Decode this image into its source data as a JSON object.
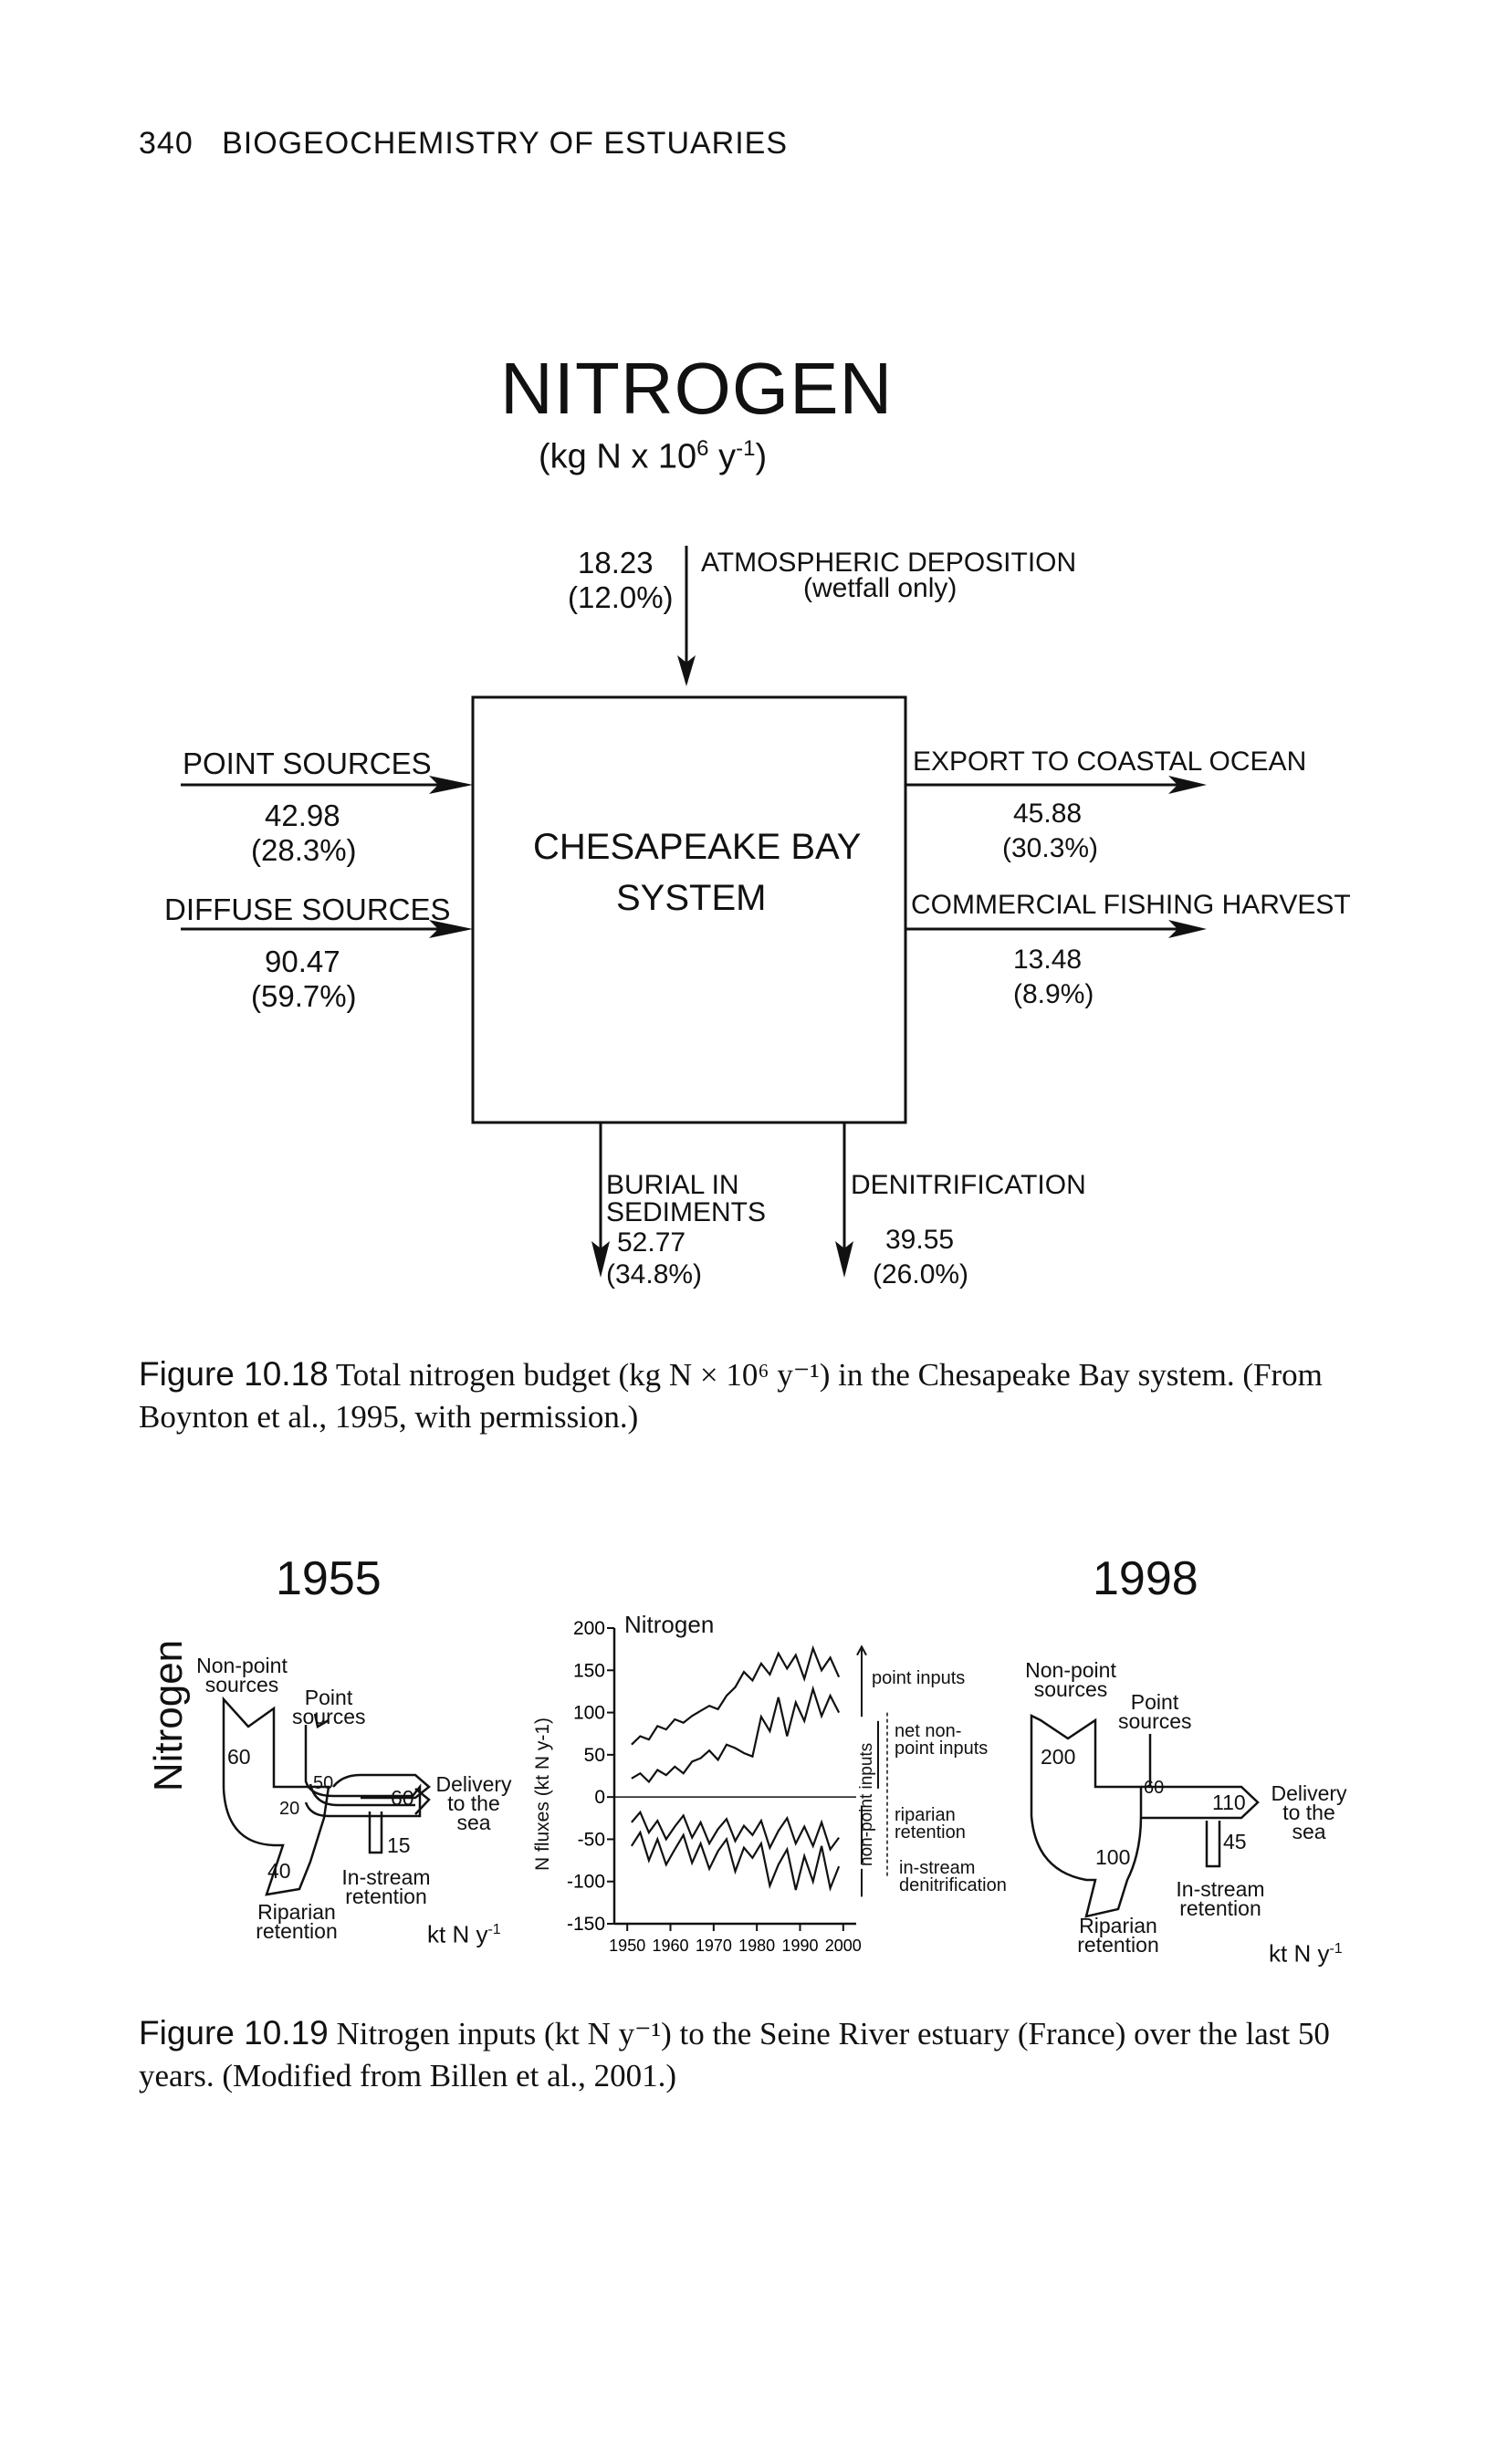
{
  "header": {
    "page_number": "340",
    "running_title": "BIOGEOCHEMISTRY OF ESTUARIES"
  },
  "fig1": {
    "title": "NITROGEN",
    "units": "(kg N x 10",
    "units_sup": "6",
    "units_mid": " y",
    "units_sup2": "-1",
    "units_end": ")",
    "box_line1": "CHESAPEAKE BAY",
    "box_line2": "SYSTEM",
    "atm_label": "ATMOSPHERIC DEPOSITION",
    "atm_sub": "(wetfall only)",
    "atm_value": "18.23",
    "atm_pct": "(12.0%)",
    "point_label": "POINT SOURCES",
    "point_value": "42.98",
    "point_pct": "(28.3%)",
    "diffuse_label": "DIFFUSE SOURCES",
    "diffuse_value": "90.47",
    "diffuse_pct": "(59.7%)",
    "export_label": "EXPORT TO COASTAL OCEAN",
    "export_value": "45.88",
    "export_pct": "(30.3%)",
    "fishing_label": "COMMERCIAL FISHING HARVEST",
    "fishing_value": "13.48",
    "fishing_pct": "(8.9%)",
    "burial_label1": "BURIAL IN",
    "burial_label2": "SEDIMENTS",
    "burial_value": "52.77",
    "burial_pct": "(34.8%)",
    "denit_label": "DENITRIFICATION",
    "denit_value": "39.55",
    "denit_pct": "(26.0%)"
  },
  "caption1": {
    "label": "Figure 10.18",
    "text": "Total nitrogen budget (kg N × 10⁶ y⁻¹) in the Chesapeake Bay system. (From Boynton et al., 1995, with permission.)"
  },
  "fig2": {
    "side_label": "Nitrogen",
    "left": {
      "year": "1955",
      "nonpoint": "Non-point sources",
      "point": "Point sources",
      "v60a": "60",
      "v50": "50",
      "v20": "20",
      "v60b": "60",
      "v15": "15",
      "v40": "40",
      "delivery": "Delivery to the sea",
      "instream": "In-stream retention",
      "riparian": "Riparian retention",
      "unit": "kt N y",
      "unit_sup": "-1"
    },
    "right": {
      "year": "1998",
      "nonpoint": "Non-point sources",
      "point": "Point sources",
      "v200": "200",
      "v60": "60",
      "v110": "110",
      "v45": "45",
      "v100": "100",
      "delivery": "Delivery to the sea",
      "instream": "In-stream retention",
      "riparian": "Riparian retention",
      "unit": "kt N y",
      "unit_sup": "-1"
    },
    "chart_data": {
      "type": "line",
      "title": "Nitrogen",
      "ylabel": "N fluxes (kt N y-1)",
      "ylim": [
        -150,
        200
      ],
      "yticks": [
        "200",
        "150",
        "100",
        "50",
        "0",
        "-50",
        "-100",
        "-150"
      ],
      "xticks": [
        "1950",
        "1960",
        "1970",
        "1980",
        "1990",
        "2000"
      ],
      "bracket_label": "non-point inputs",
      "annotations": [
        "point inputs",
        "net non-point inputs",
        "riparian retention",
        "in-stream denitrification"
      ],
      "series": [
        {
          "x": [
            1951,
            1953,
            1955,
            1957,
            1959,
            1961,
            1963,
            1965,
            1967,
            1969,
            1971,
            1973,
            1975,
            1977,
            1979,
            1981,
            1983,
            1985,
            1987,
            1989,
            1991,
            1993,
            1995,
            1997,
            1999
          ],
          "values": [
            62,
            72,
            68,
            84,
            80,
            92,
            88,
            96,
            102,
            108,
            104,
            120,
            130,
            148,
            138,
            158,
            145,
            170,
            152,
            168,
            140,
            176,
            150,
            165,
            142
          ]
        },
        {
          "x": [
            1951,
            1953,
            1955,
            1957,
            1959,
            1961,
            1963,
            1965,
            1967,
            1969,
            1971,
            1973,
            1975,
            1977,
            1979,
            1981,
            1983,
            1985,
            1987,
            1989,
            1991,
            1993,
            1995,
            1997,
            1999
          ],
          "values": [
            22,
            28,
            18,
            32,
            26,
            36,
            28,
            42,
            46,
            55,
            44,
            62,
            58,
            52,
            48,
            95,
            78,
            118,
            72,
            112,
            90,
            128,
            96,
            120,
            100
          ]
        },
        {
          "x": [
            1951,
            1953,
            1955,
            1957,
            1959,
            1961,
            1963,
            1965,
            1967,
            1969,
            1971,
            1973,
            1975,
            1977,
            1979,
            1981,
            1983,
            1985,
            1987,
            1989,
            1991,
            1993,
            1995,
            1997,
            1999
          ],
          "values": [
            -30,
            -18,
            -42,
            -28,
            -50,
            -35,
            -22,
            -48,
            -30,
            -55,
            -38,
            -26,
            -52,
            -34,
            -45,
            -28,
            -60,
            -40,
            -25,
            -55,
            -35,
            -58,
            -30,
            -62,
            -48
          ]
        },
        {
          "x": [
            1951,
            1953,
            1955,
            1957,
            1959,
            1961,
            1963,
            1965,
            1967,
            1969,
            1971,
            1973,
            1975,
            1977,
            1979,
            1981,
            1983,
            1985,
            1987,
            1989,
            1991,
            1993,
            1995,
            1997,
            1999
          ],
          "values": [
            -58,
            -42,
            -75,
            -50,
            -80,
            -62,
            -45,
            -78,
            -55,
            -85,
            -64,
            -50,
            -88,
            -60,
            -72,
            -55,
            -105,
            -80,
            -62,
            -110,
            -70,
            -100,
            -58,
            -108,
            -82
          ]
        }
      ]
    }
  },
  "caption2": {
    "label": "Figure 10.19",
    "text": "Nitrogen inputs (kt N y⁻¹) to the Seine River estuary (France) over the last 50 years. (Modified from Billen et al., 2001.)"
  }
}
